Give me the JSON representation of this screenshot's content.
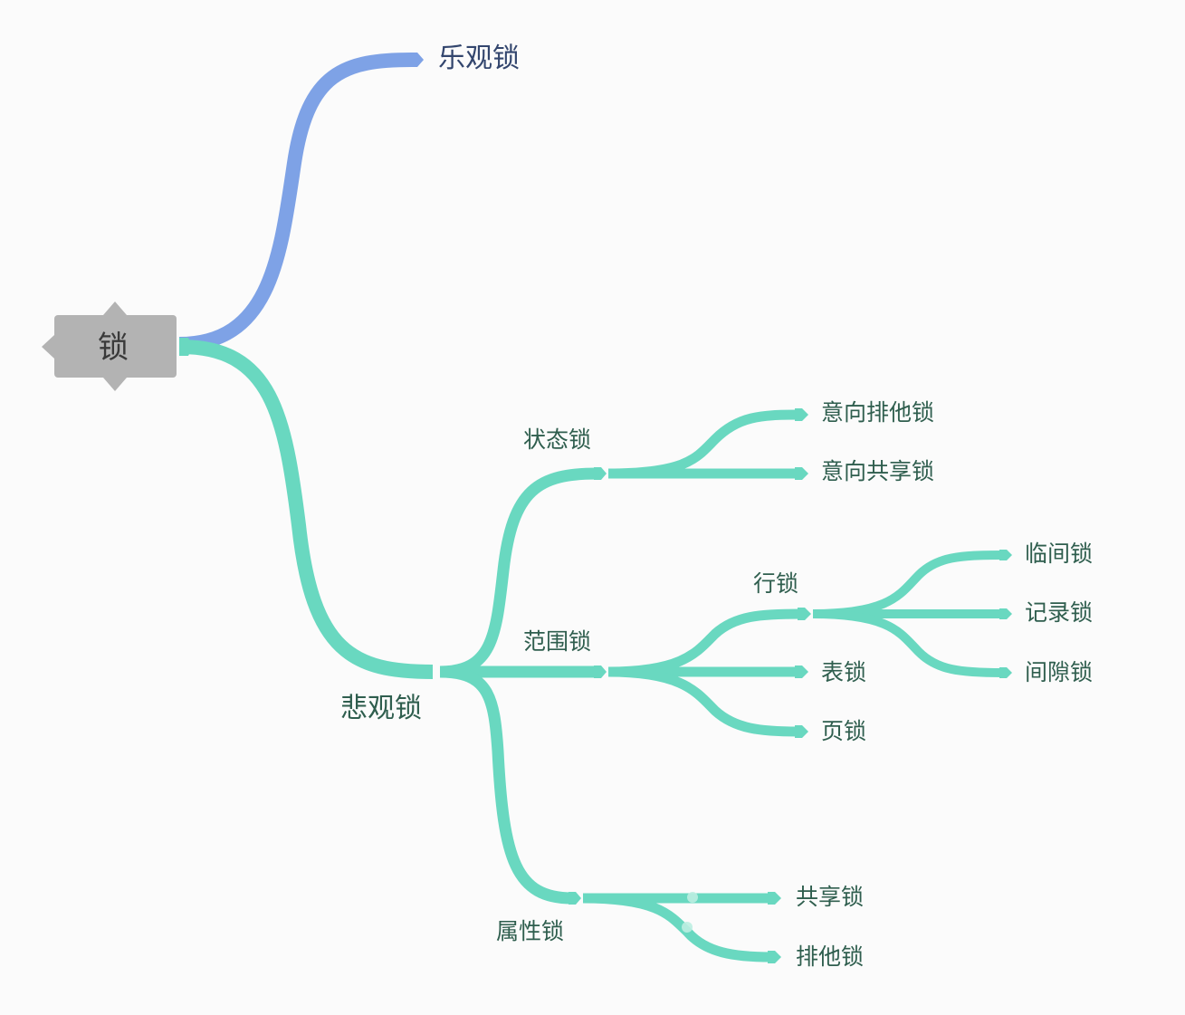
{
  "mindmap": {
    "root": {
      "label": "锁"
    },
    "nodes": {
      "optimistic": "乐观锁",
      "pessimistic": "悲观锁",
      "state_lock": "状态锁",
      "intent_exclusive": "意向排他锁",
      "intent_shared": "意向共享锁",
      "scope_lock": "范围锁",
      "row_lock": "行锁",
      "next_key_lock": "临间锁",
      "record_lock": "记录锁",
      "gap_lock": "间隙锁",
      "table_lock": "表锁",
      "page_lock": "页锁",
      "attribute_lock": "属性锁",
      "shared_lock": "共享锁",
      "exclusive_lock": "排他锁"
    }
  },
  "colors": {
    "background": "#fbfbfb",
    "root_fill": "#b3b3b3",
    "branch_blue": "#7ea2e6",
    "branch_green": "#69d8c0",
    "text_green": "#2f5e4e",
    "text_blue": "#33466e",
    "text_root": "#3a3a3a"
  }
}
